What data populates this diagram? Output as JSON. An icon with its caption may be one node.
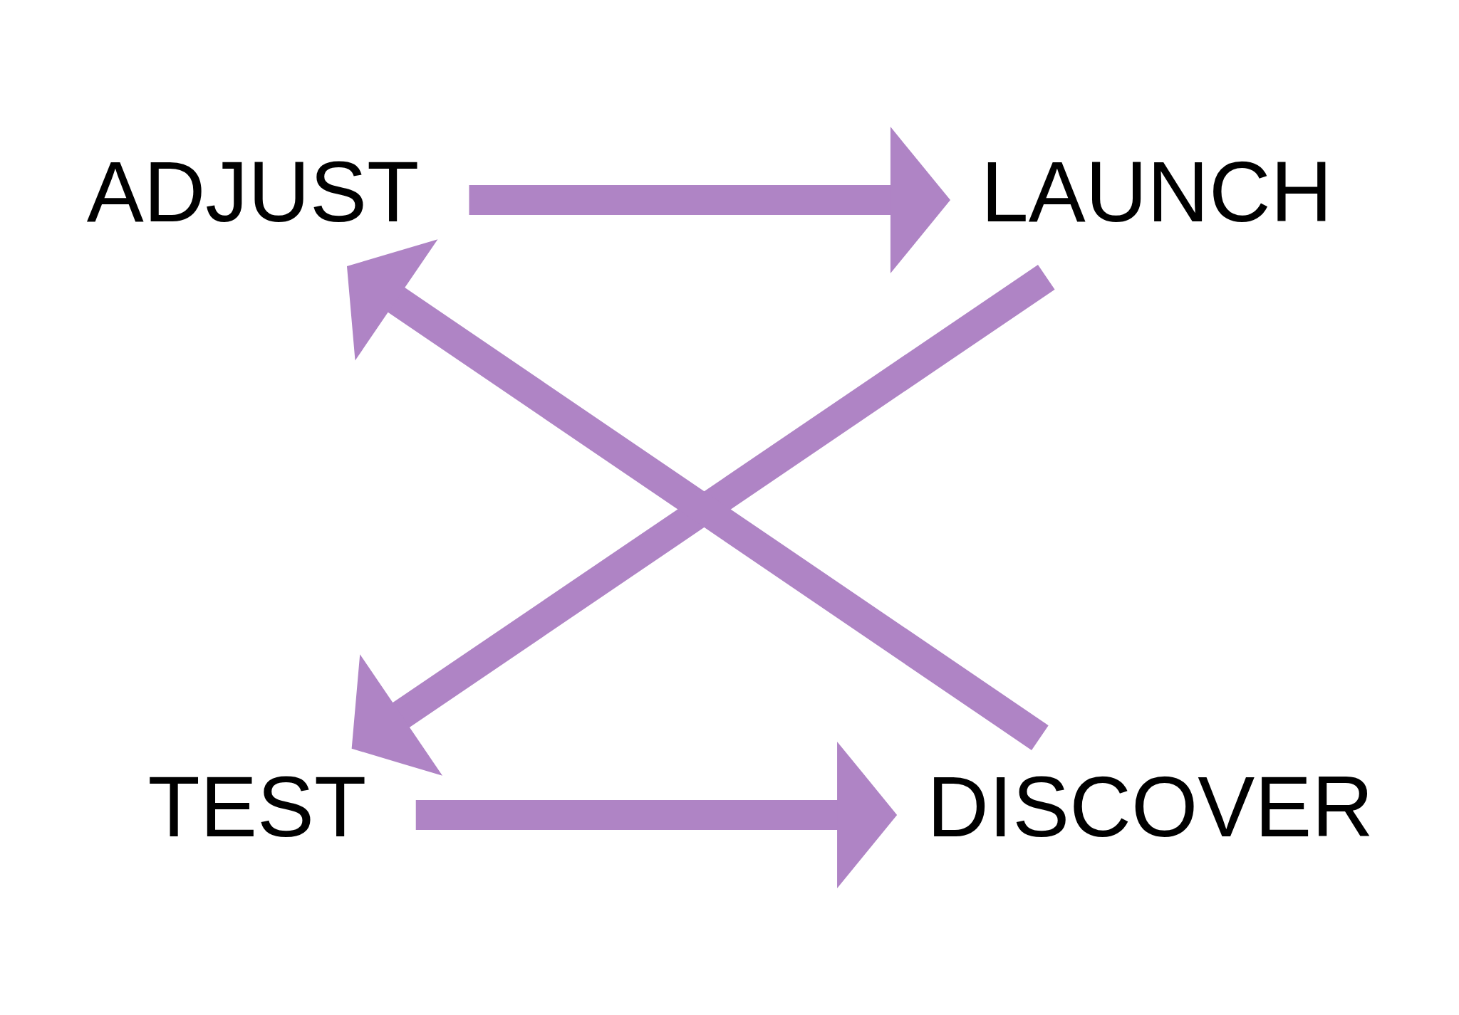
{
  "diagram": {
    "nodes": [
      {
        "text": [
          "ADJUST"
        ]
      },
      {
        "text": [
          "LAUNCH"
        ]
      },
      {
        "text": [
          "TEST"
        ]
      },
      {
        "text": [
          "DISCOVER"
        ]
      }
    ],
    "edges": [
      {
        "from": 0,
        "to": 1,
        "arrow": "to"
      },
      {
        "from": 1,
        "to": 2,
        "arrow": "to"
      },
      {
        "from": 2,
        "to": 3,
        "arrow": "to"
      },
      {
        "from": 3,
        "to": 0,
        "arrow": "to"
      }
    ]
  }
}
